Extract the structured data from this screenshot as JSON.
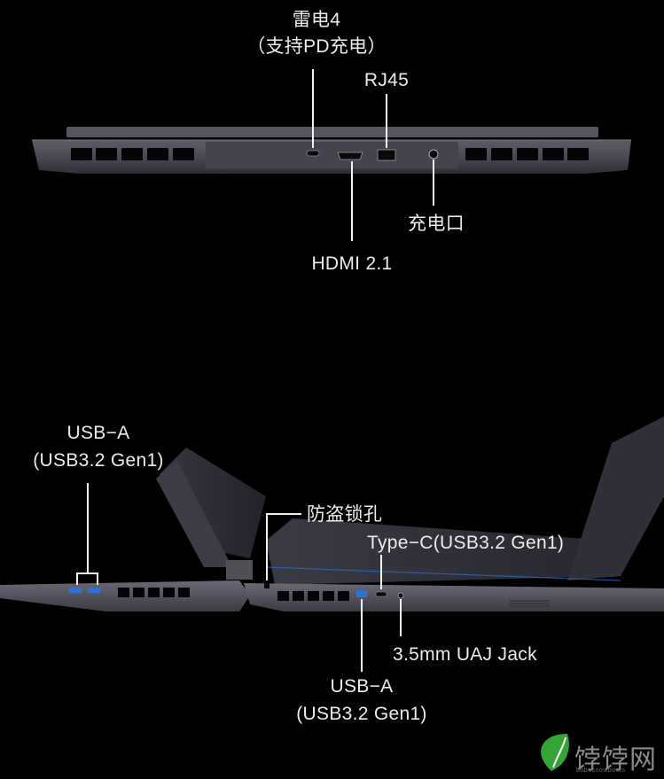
{
  "rear_view": {
    "thunderbolt_label": "雷电4",
    "thunderbolt_sub": "（支持PD充电）",
    "rj45_label": "RJ45",
    "charge_label": "充电口",
    "hdmi_label": "HDMI 2.1"
  },
  "side_view": {
    "usb_a_left_label": "USB−A",
    "usb_a_left_sub": "(USB3.2 Gen1)",
    "lock_label": "防盗锁孔",
    "typec_label": "Type−C(USB3.2 Gen1)",
    "jack_label": "3.5mm UAJ Jack",
    "usb_a_right_label": "USB−A",
    "usb_a_right_sub": "(USB3.2 Gen1)"
  },
  "watermark": {
    "text": "饽饽网",
    "sub": "bobosnowboots"
  },
  "colors": {
    "chassis": "#4a4a55",
    "chassis_dark": "#2a2a30",
    "label": "#ececec",
    "usb_blue": "#2e6fd8",
    "watermark_green": "#3fbf3f"
  }
}
